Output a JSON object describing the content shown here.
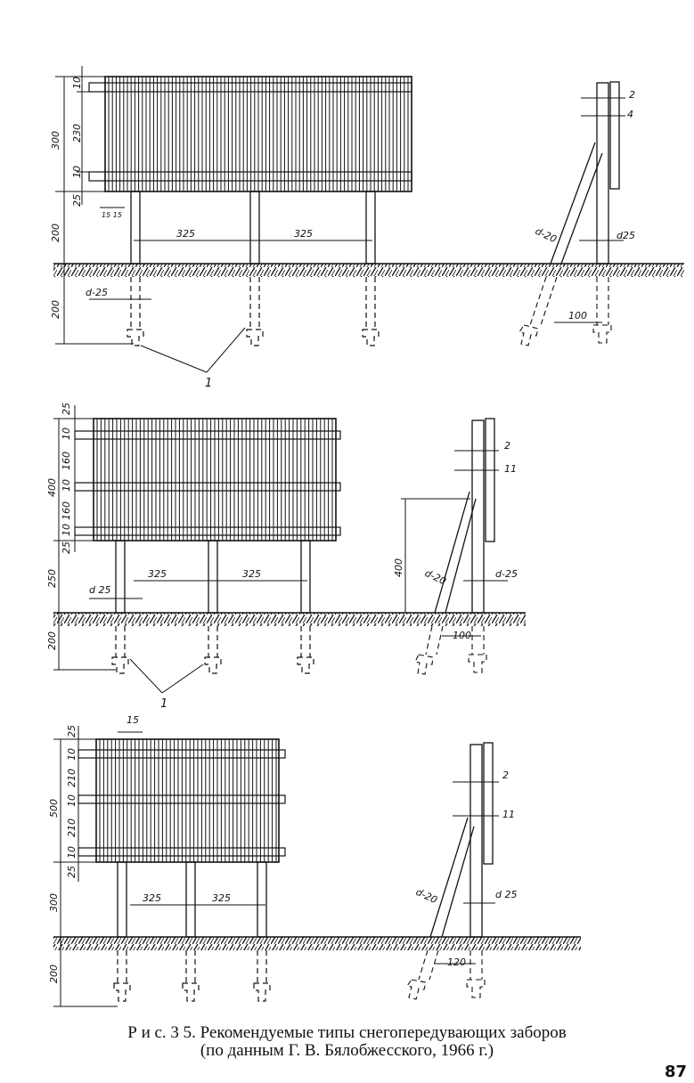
{
  "figures": [
    {
      "name": "fence-type-1",
      "dims": {
        "total_height": "300",
        "top_gap": "10",
        "upper_span": "230",
        "lower_gap": "10",
        "bottom_gap": "25",
        "slat_width": "15 15",
        "clearance": "200",
        "embed_depth": "200",
        "span_left": "325",
        "span_right": "325",
        "post_d": "d-25",
        "brace_d": "d-20",
        "post_d_side": "d25",
        "rail1": "2",
        "rail2": "4",
        "base_offset": "100",
        "callout": "1"
      }
    },
    {
      "name": "fence-type-2",
      "dims": {
        "top_gap": "25",
        "g1": "10",
        "g2": "160",
        "g3": "10",
        "g4": "160",
        "g5": "10",
        "total_height": "400",
        "bottom_gap": "25",
        "clearance": "250",
        "embed_depth": "200",
        "span_left": "325",
        "span_right": "325",
        "post_d": "d 25",
        "brace_height": "400",
        "brace_d": "d-20",
        "post_d_side": "d-25",
        "rail1": "2",
        "rail2": "11",
        "base_offset": "100",
        "callout": "1"
      }
    },
    {
      "name": "fence-type-3",
      "dims": {
        "top_gap": "25",
        "slat": "15",
        "g1": "10",
        "g2": "210",
        "g3": "10",
        "g4": "210",
        "g5": "10",
        "total_height": "500",
        "bottom_gap": "25",
        "clearance": "300",
        "embed_depth": "200",
        "span_left": "325",
        "span_right": "325",
        "brace_d": "d-20",
        "post_d_side": "d 25",
        "rail1": "2",
        "rail2": "11",
        "base_offset": "120"
      }
    }
  ],
  "caption": {
    "line1": "Р и с.  3 5.  Рекомендуемые типы снегопередувающих заборов",
    "line2": "(по данным Г. В. Бялобжесского, 1966 г.)"
  },
  "page_number": "87"
}
